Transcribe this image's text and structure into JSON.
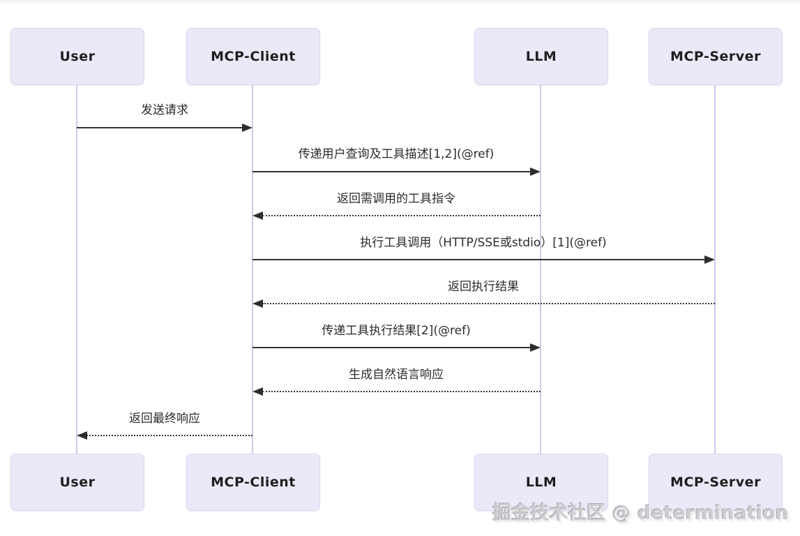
{
  "diagram": {
    "title": "MCP sequence diagram",
    "actors": [
      {
        "id": "user",
        "label": "User"
      },
      {
        "id": "mcp-client",
        "label": "MCP-Client"
      },
      {
        "id": "llm",
        "label": "LLM"
      },
      {
        "id": "mcp-server",
        "label": "MCP-Server"
      }
    ],
    "messages": [
      {
        "label": "发送请求",
        "from": "User",
        "to": "MCP-Client",
        "line": "solid"
      },
      {
        "label": "传递用户查询及工具描述[1,2](@ref)",
        "from": "MCP-Client",
        "to": "LLM",
        "line": "solid"
      },
      {
        "label": "返回需调用的工具指令",
        "from": "LLM",
        "to": "MCP-Client",
        "line": "dotted"
      },
      {
        "label": "执行工具调用（HTTP/SSE或stdio）[1](@ref)",
        "from": "MCP-Client",
        "to": "MCP-Server",
        "line": "solid"
      },
      {
        "label": "返回执行结果",
        "from": "MCP-Server",
        "to": "MCP-Client",
        "line": "dotted"
      },
      {
        "label": "传递工具执行结果[2](@ref)",
        "from": "MCP-Client",
        "to": "LLM",
        "line": "solid"
      },
      {
        "label": "生成自然语言响应",
        "from": "LLM",
        "to": "MCP-Client",
        "line": "dotted"
      },
      {
        "label": "返回最终响应",
        "from": "MCP-Client",
        "to": "User",
        "line": "dotted"
      }
    ],
    "watermark": "掘金技术社区 @ determination",
    "colors": {
      "actor_fill": "#EAE9F8",
      "actor_border": "#D8D5F2",
      "lifeline": "#CDCAEE",
      "arrow": "#333333",
      "watermark": "#CDCDD2"
    }
  }
}
